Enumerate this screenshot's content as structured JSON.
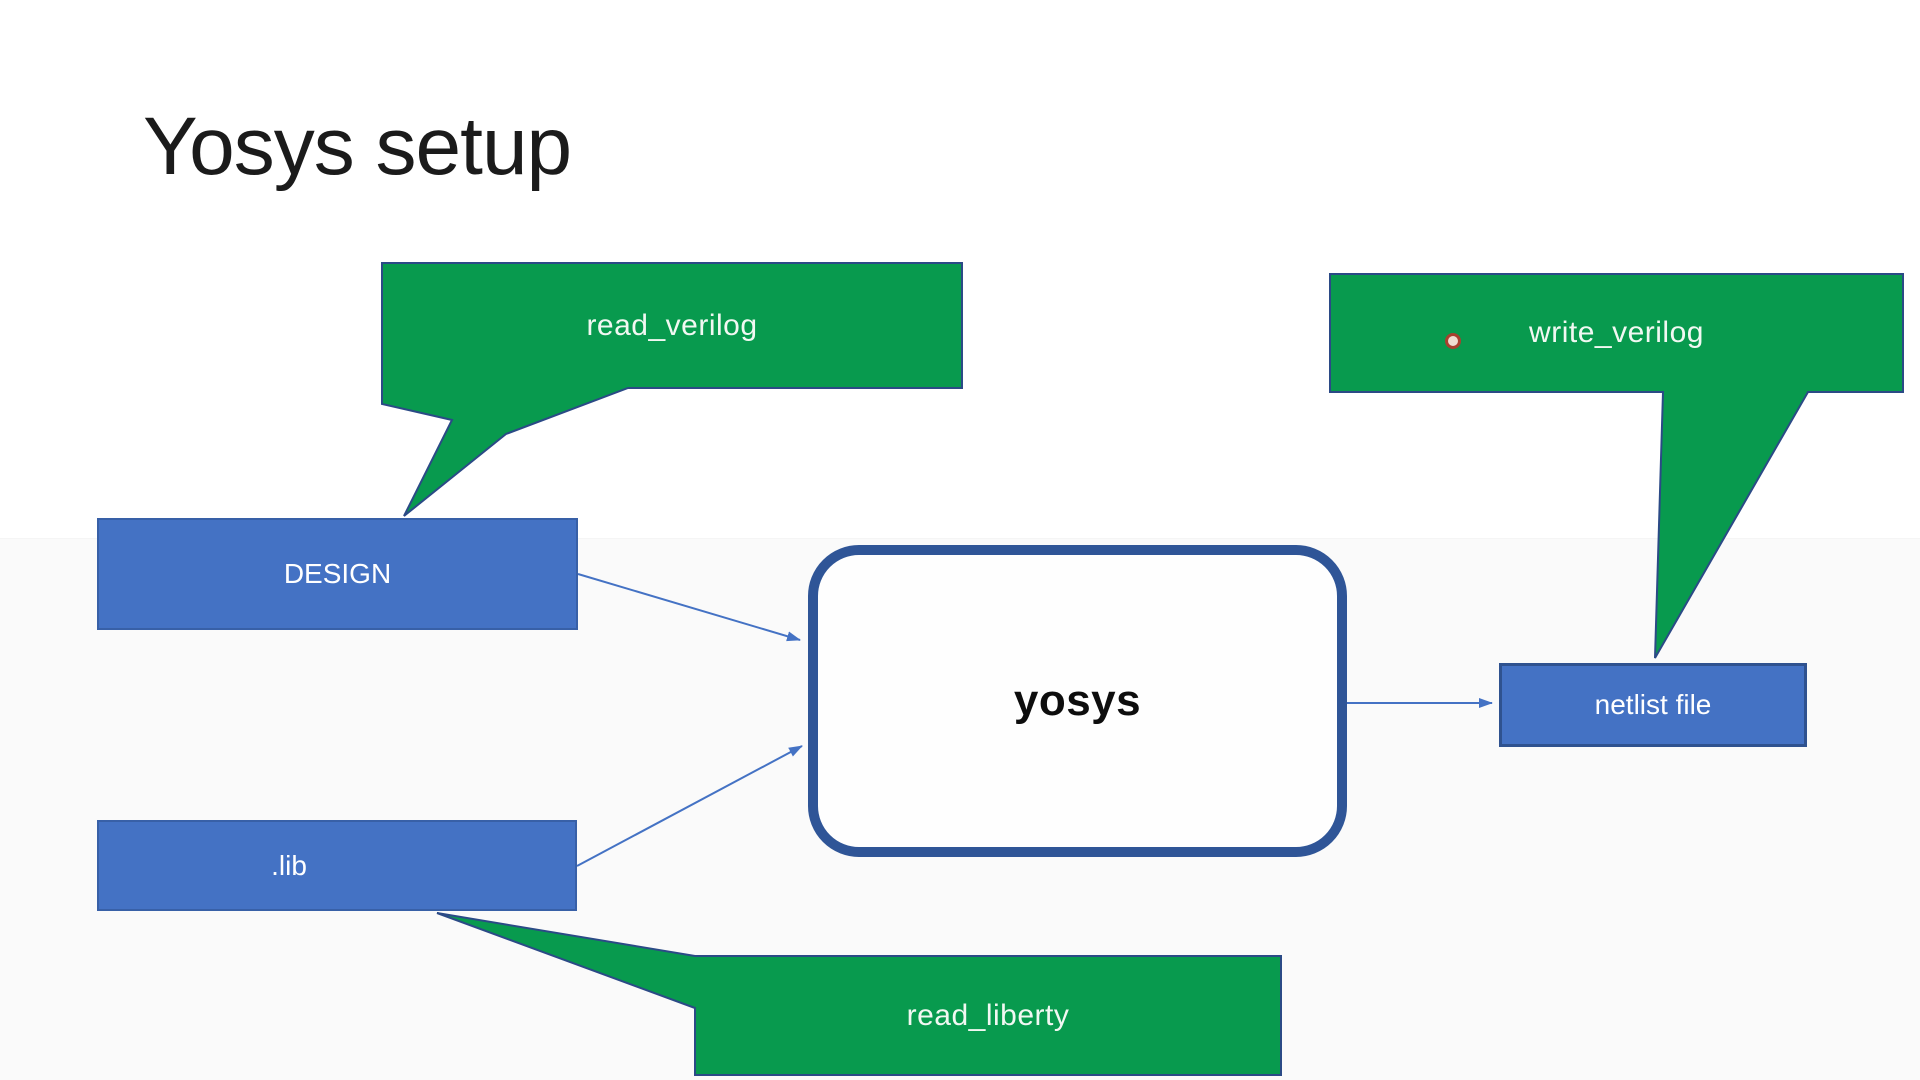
{
  "slide": {
    "title": "Yosys setup"
  },
  "nodes": {
    "design": {
      "label": "DESIGN"
    },
    "lib": {
      "label": ".lib"
    },
    "yosys": {
      "label": "yosys"
    },
    "netlist": {
      "label": "netlist file"
    }
  },
  "callouts": {
    "read_verilog": {
      "label": "read_verilog",
      "points_to": "DESIGN"
    },
    "write_verilog": {
      "label": "write_verilog",
      "points_to": "netlist file"
    },
    "read_liberty": {
      "label": "read_liberty",
      "points_to": ".lib"
    }
  },
  "edges": [
    {
      "from": "DESIGN",
      "to": "yosys"
    },
    {
      "from": ".lib",
      "to": "yosys"
    },
    {
      "from": "yosys",
      "to": "netlist file"
    }
  ],
  "colors": {
    "callout_green": "#089a4e",
    "callout_outline": "#2b4a86",
    "node_blue": "#4472c4",
    "node_border": "#2f528f",
    "yosys_border": "#2f5597",
    "yosys_fill": "#fefefe",
    "arrow": "#4472c4",
    "title_text": "#1b1b1b",
    "laser_dot": "#a8402f"
  }
}
